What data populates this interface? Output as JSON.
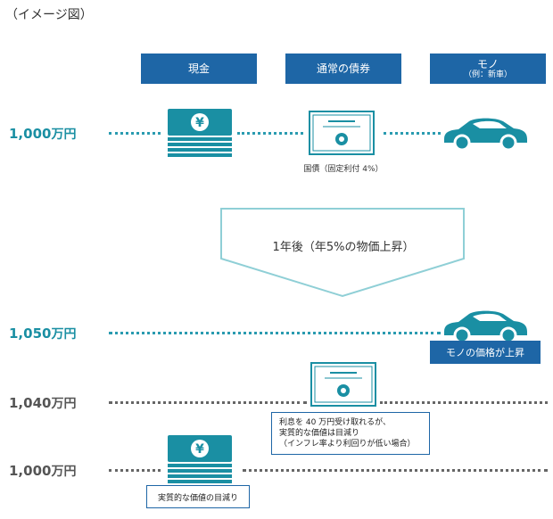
{
  "title": "（イメージ図）",
  "headers": {
    "cash": "現金",
    "bond": "通常の債券",
    "goods": "モノ",
    "goods_sub": "（例：新車）"
  },
  "rows": {
    "row1": {
      "num": "1,000",
      "unit": "万円"
    },
    "row2": {
      "num": "1,050",
      "unit": "万円"
    },
    "row3": {
      "num": "1,040",
      "unit": "万円"
    },
    "row4": {
      "num": "1,000",
      "unit": "万円"
    }
  },
  "bond_caption": "国債（固定利付 4%）",
  "arrow_label": "1年後（年5%の物価上昇）",
  "goods_price_up": "モノの価格が上昇",
  "bond_note": {
    "line1": "利息を 40 万円受け取れるが、",
    "line2": "実質的な価値は目減り",
    "line3": "（インフレ率より利回りが低い場合）"
  },
  "cash_loss": "実質的な価値の目減り",
  "colors": {
    "accent": "#1a8fa3",
    "header_bg": "#1e66a6",
    "icon": "#1a8fa3"
  }
}
